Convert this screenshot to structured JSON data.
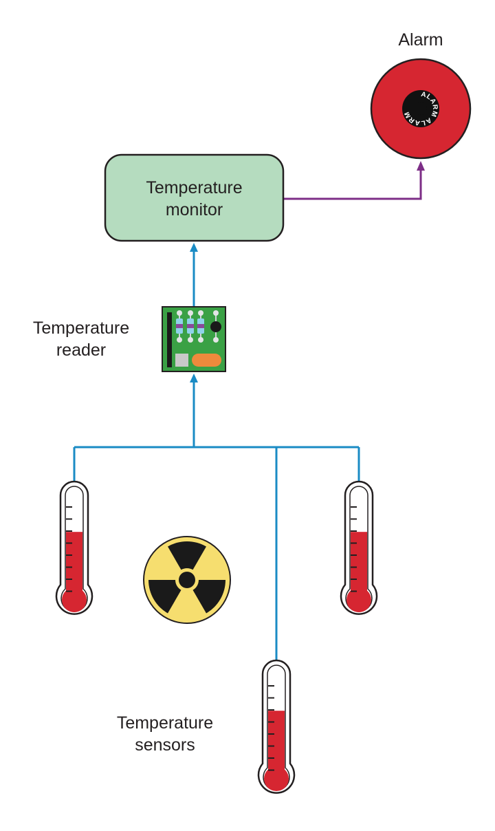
{
  "labels": {
    "alarm": "Alarm",
    "monitor_line1": "Temperature",
    "monitor_line2": "monitor",
    "reader_line1": "Temperature",
    "reader_line2": "reader",
    "sensors_line1": "Temperature",
    "sensors_line2": "sensors"
  },
  "alarm_ring_text": "ALARM ALARM",
  "thermometers": [
    {
      "id": "left",
      "fill_level": 0.62
    },
    {
      "id": "right",
      "fill_level": 0.62
    },
    {
      "id": "bottom",
      "fill_level": 0.62
    }
  ],
  "colors": {
    "blue_line": "#1a8bc4",
    "purple_line": "#7d2e87",
    "alarm_red": "#d62631",
    "monitor_fill": "#b5dcbf",
    "pcb_green": "#3aa145",
    "thermo_red": "#d62631",
    "radiation_yellow": "#f6de6f"
  }
}
